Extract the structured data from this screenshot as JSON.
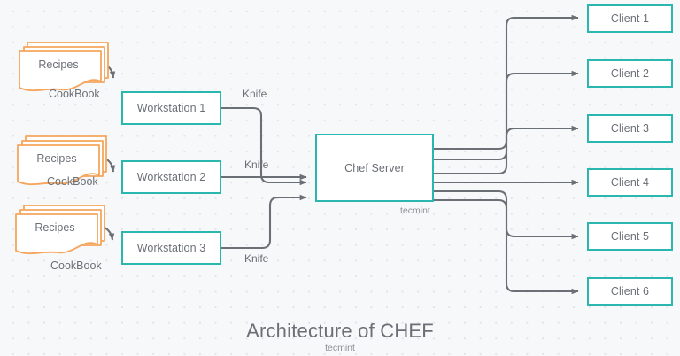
{
  "diagram": {
    "title": "Architecture of CHEF",
    "watermark": "tecmint",
    "server_watermark": "tecmint",
    "colors": {
      "node_border": "#2ab7b0",
      "cookbook_border": "#f3a košice",
      "cookbook_stroke": "#f5a55c",
      "wire": "#6b6f76",
      "text": "#6b6f76",
      "canvas_background": "#f7f8fa",
      "grid_dot": "#e3e4ea"
    }
  },
  "cookbooks": [
    {
      "inner_label": "Recipes",
      "label": "CookBook"
    },
    {
      "inner_label": "Recipes",
      "label": "CookBook"
    },
    {
      "inner_label": "Recipes",
      "label": "CookBook"
    }
  ],
  "workstations": [
    {
      "label": "Workstation 1"
    },
    {
      "label": "Workstation 2"
    },
    {
      "label": "Workstation 3"
    }
  ],
  "knife_labels": [
    {
      "label": "Knife"
    },
    {
      "label": "Knife"
    },
    {
      "label": "Knife"
    }
  ],
  "server": {
    "label": "Chef Server"
  },
  "clients": [
    {
      "label": "Client 1"
    },
    {
      "label": "Client 2"
    },
    {
      "label": "Client 3"
    },
    {
      "label": "Client 4"
    },
    {
      "label": "Client 5"
    },
    {
      "label": "Client 6"
    }
  ]
}
